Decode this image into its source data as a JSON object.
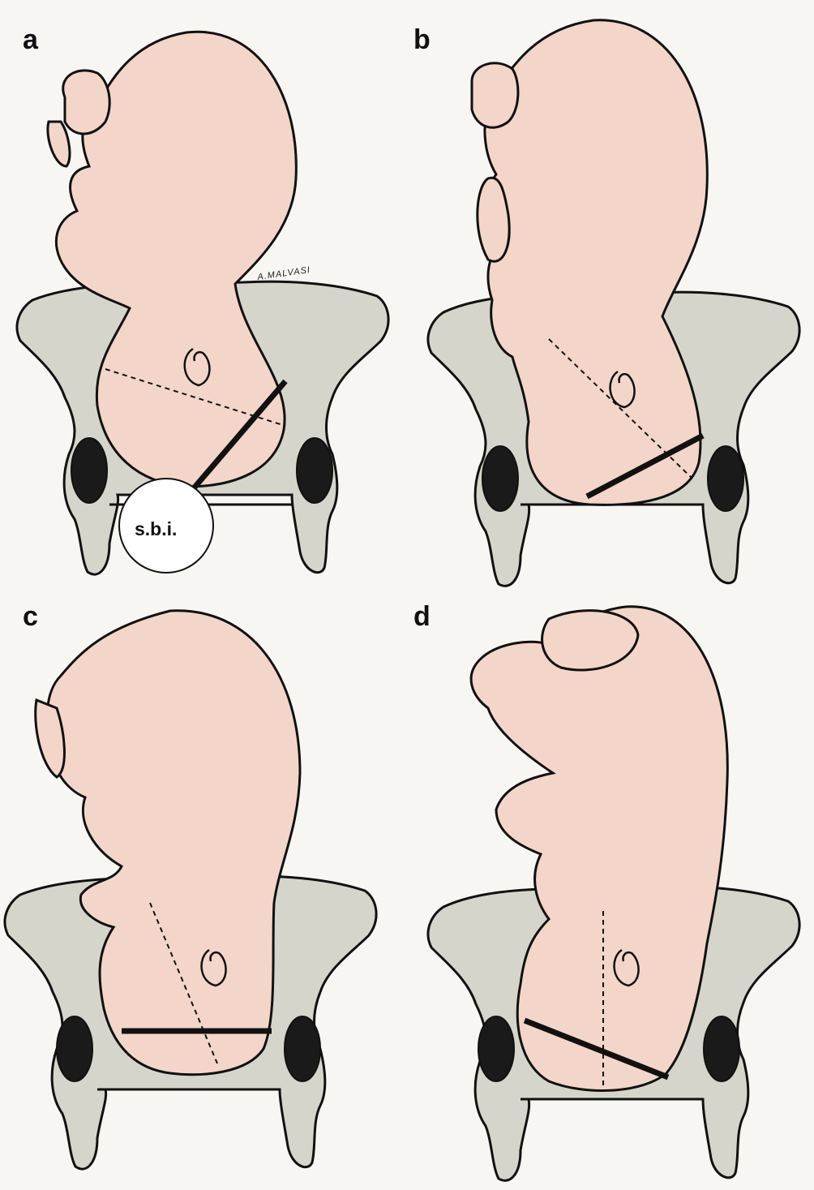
{
  "figure": {
    "panels": [
      {
        "label": "a",
        "measure_label": "s.b.i.",
        "signature": "A.MALVASI"
      },
      {
        "label": "b"
      },
      {
        "label": "c"
      },
      {
        "label": "d"
      }
    ],
    "colors": {
      "fetus_skin": "#f3d6c9",
      "pelvis_bone": "#d6d5cb",
      "outline": "#111111",
      "background": "#f7f6f3"
    }
  }
}
